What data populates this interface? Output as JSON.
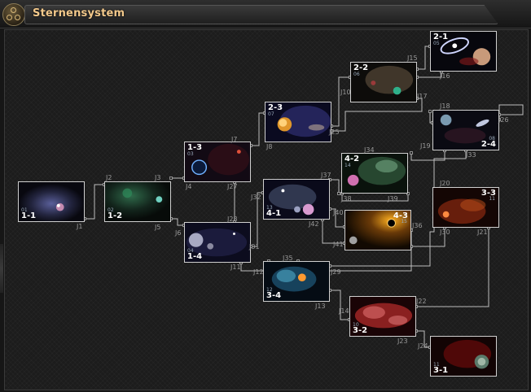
{
  "window": {
    "title": "Sternensystem"
  },
  "colors": {
    "title": "#f3c98b",
    "line": "#bdbdbd",
    "border": "#cfcfcf"
  },
  "systems": [
    {
      "id": "1-1",
      "label": "1-1",
      "num": "01",
      "icon": "nebula-blue"
    },
    {
      "id": "1-2",
      "label": "1-2",
      "num": "02",
      "icon": "nebula-green"
    },
    {
      "id": "1-3",
      "label": "1-3",
      "num": "03",
      "icon": "planet-blue"
    },
    {
      "id": "1-4",
      "label": "1-4",
      "num": "04",
      "icon": "planets-pale"
    },
    {
      "id": "2-1",
      "label": "2-1",
      "num": "05",
      "icon": "spiral-galaxy"
    },
    {
      "id": "2-2",
      "label": "2-2",
      "num": "06",
      "icon": "nebula-brown"
    },
    {
      "id": "2-3",
      "label": "2-3",
      "num": "07",
      "icon": "planet-orange"
    },
    {
      "id": "2-4",
      "label": "2-4",
      "num": "08",
      "icon": "galaxy-dark"
    },
    {
      "id": "3-1",
      "label": "3-1",
      "num": "11",
      "icon": "nebula-red-dark"
    },
    {
      "id": "3-2",
      "label": "3-2",
      "num": "10",
      "icon": "nebula-red"
    },
    {
      "id": "3-3",
      "label": "3-3",
      "num": "11",
      "icon": "nebula-rust"
    },
    {
      "id": "3-4",
      "label": "3-4",
      "num": "12",
      "icon": "nebula-cyan"
    },
    {
      "id": "4-1",
      "label": "4-1",
      "num": "13",
      "icon": "planets-pink"
    },
    {
      "id": "4-2",
      "label": "4-2",
      "num": "14",
      "icon": "nebula-mint"
    },
    {
      "id": "4-3",
      "label": "4-3",
      "num": "15",
      "icon": "blackhole-gold"
    }
  ],
  "junctions": [
    "J1",
    "J2",
    "J3",
    "J4",
    "J5",
    "J6",
    "J7",
    "J8",
    "J10",
    "J11",
    "J12",
    "J13",
    "J14",
    "J15",
    "J16",
    "J17",
    "J18",
    "J19",
    "J20",
    "J21",
    "J22",
    "J23",
    "J24",
    "J25",
    "J26",
    "J27",
    "J28",
    "J29",
    "J30",
    "J31",
    "J32",
    "J33",
    "J34",
    "J35",
    "J36",
    "J37",
    "J38",
    "J39",
    "J40",
    "J41",
    "J42"
  ]
}
